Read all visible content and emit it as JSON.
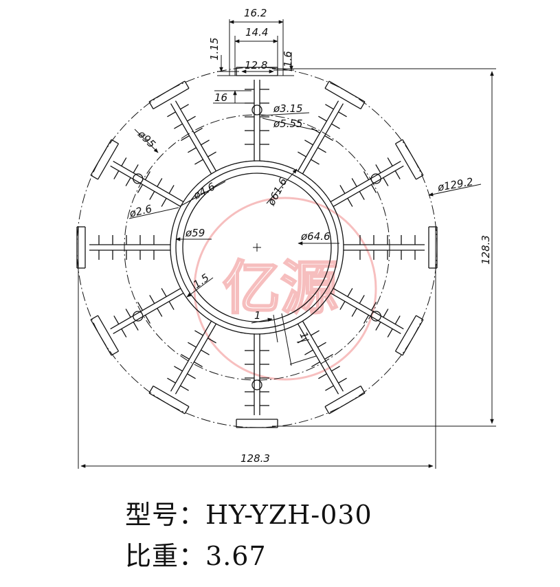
{
  "drawing": {
    "dimensions": {
      "top_outer_width": "16.2",
      "top_inner_width": "14.4",
      "top_slot_width": "12.8",
      "top_wall_thickness": "1.15",
      "top_right_thickness": "1.6",
      "left_lug_depth": "16",
      "hole_small": "ø3.15",
      "hole_large": "ø5.55",
      "ring_dia_95": "ø95",
      "ring_dia_46": "ø4.6",
      "ring_dia_26": "ø2.6",
      "outer_dia": "ø129.2",
      "inner_dia_616": "ø61.6",
      "inner_dia_59": "ø59",
      "inner_dia_646": "ø64.6",
      "wall_15": "1.5",
      "fin_thickness_a": "1",
      "fin_thickness_b": "1",
      "overall_width": "128.3",
      "overall_height": "128.3"
    },
    "watermark": "亿源",
    "colors": {
      "line": "#111111",
      "watermark": "#f08a8a"
    }
  },
  "spec": {
    "model_label": "型号：",
    "model_value": "HY-YZH-030",
    "weight_label": "比重：",
    "weight_value": "3.67"
  }
}
